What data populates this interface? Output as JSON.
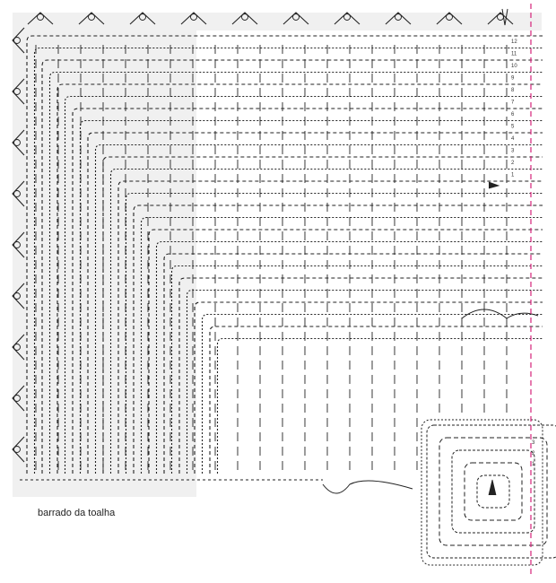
{
  "caption": "barrado da toalha",
  "row_numbers": [
    "12",
    "11",
    "10",
    "9",
    "8",
    "7",
    "6",
    "5",
    "4",
    "3",
    "2",
    "1"
  ],
  "corner_row_numbers": [
    "3",
    "2",
    "1"
  ],
  "colors": {
    "background_panel": "#f0f0f0",
    "stitch": "#222222",
    "guide_line": "#d4237a"
  },
  "icons": {
    "start_arrow": "arrow-down-icon",
    "mid_arrow": "arrow-right-icon",
    "center_arrow": "arrow-up-icon"
  }
}
